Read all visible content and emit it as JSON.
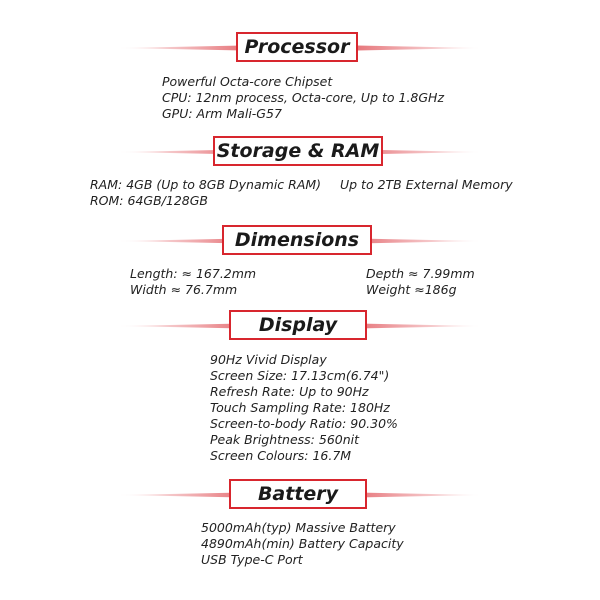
{
  "accent_color": "#d8262e",
  "sections": {
    "processor": {
      "title": "Processor",
      "lines": [
        "Powerful Octa-core Chipset",
        "CPU:  12nm process, Octa-core, Up to 1.8GHz",
        "GPU: Arm Mali-G57"
      ]
    },
    "storage": {
      "title": "Storage & RAM",
      "ram": "RAM: 4GB  (Up to 8GB Dynamic RAM)",
      "external": "Up to 2TB External Memory",
      "rom": "ROM: 64GB/128GB"
    },
    "dimensions": {
      "title": "Dimensions",
      "length": "Length: ≈  167.2mm",
      "width": "Width ≈ 76.7mm",
      "depth": "Depth ≈ 7.99mm",
      "weight": "Weight ≈186g"
    },
    "display": {
      "title": "Display",
      "lines": [
        "90Hz Vivid Display",
        "Screen Size: 17.13cm(6.74\")",
        "Refresh Rate: Up to 90Hz",
        "Touch Sampling Rate: 180Hz",
        "Screen-to-body Ratio: 90.30%",
        "Peak Brightness: 560nit",
        "Screen Colours: 16.7M"
      ]
    },
    "battery": {
      "title": "Battery",
      "lines": [
        "5000mAh(typ) Massive Battery",
        "4890mAh(min) Battery Capacity",
        "USB Type-C Port"
      ]
    }
  }
}
